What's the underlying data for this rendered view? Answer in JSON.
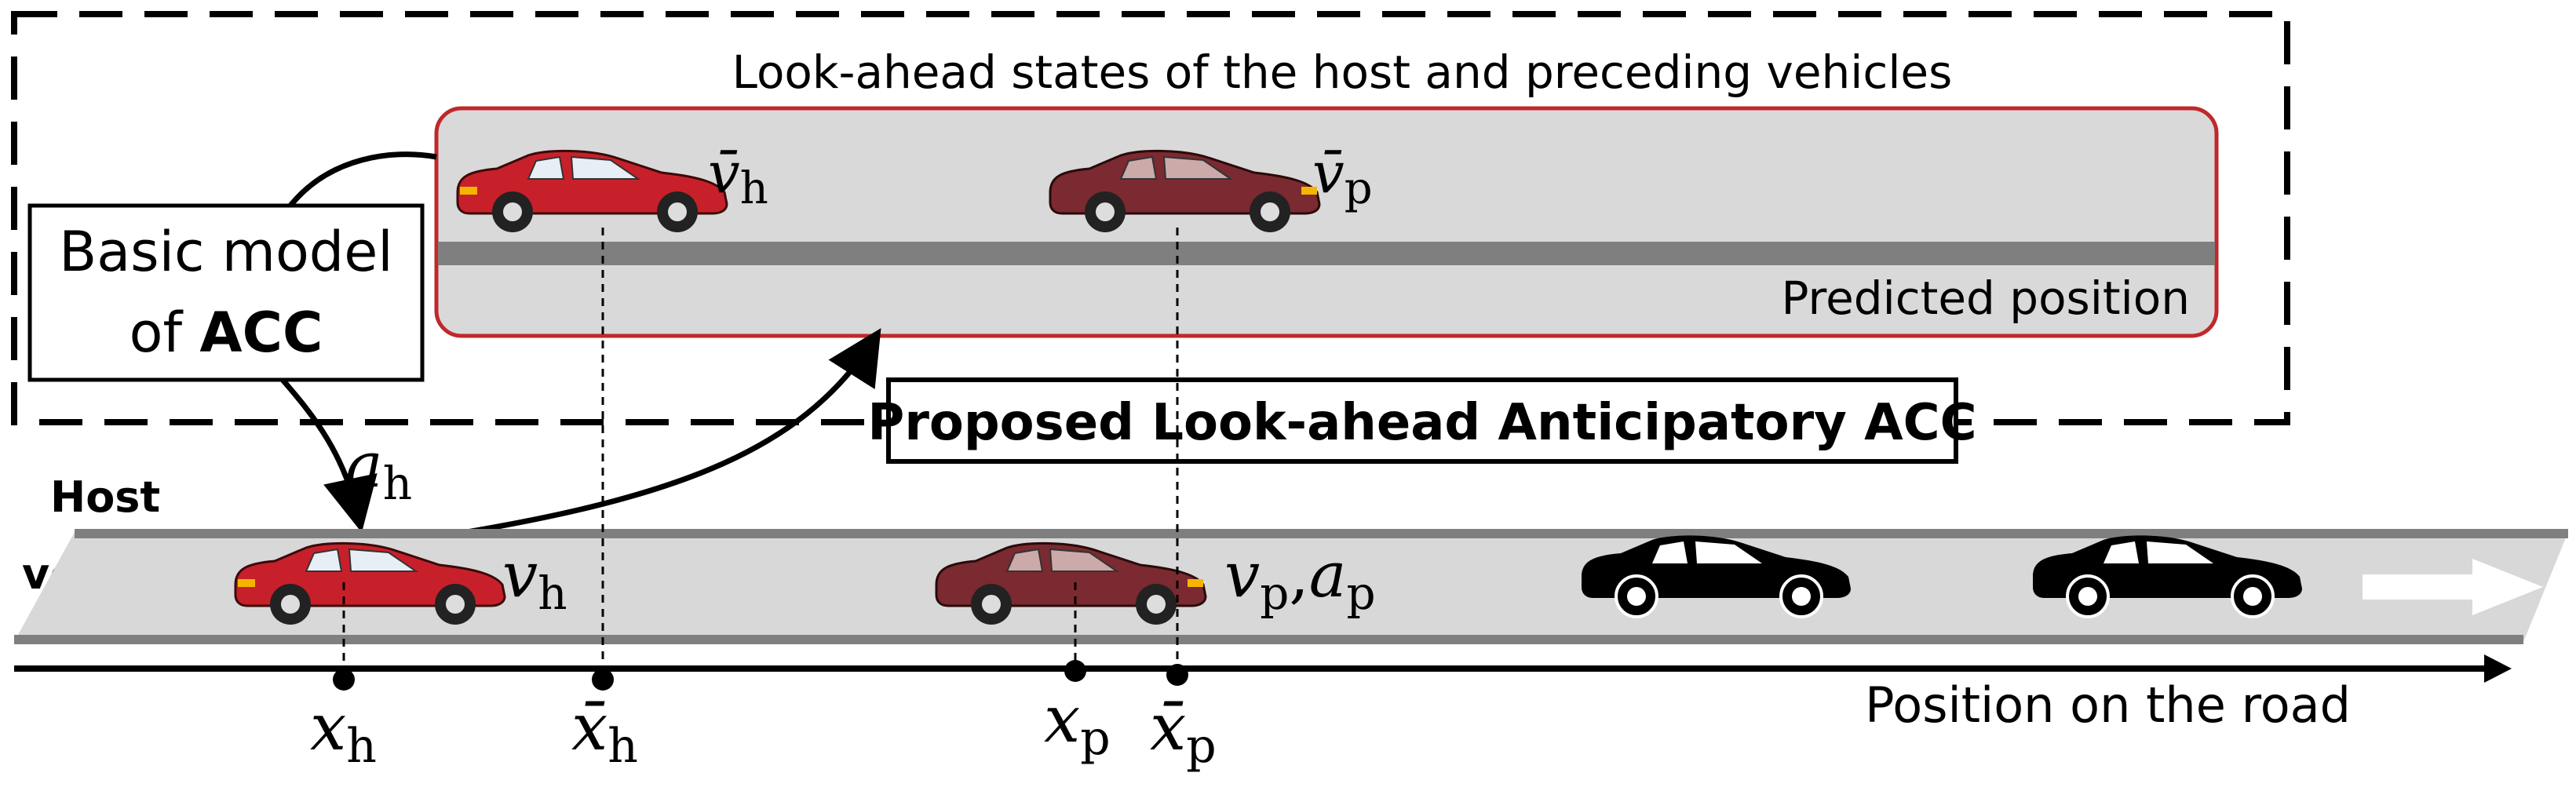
{
  "colors": {
    "road": "#d8d8d8",
    "road_edge": "#7f7f7f",
    "host_car": "#c8202a",
    "preceding_car": "#7a2a30",
    "other_car": "#000000",
    "panel_border": "#c0282a",
    "panel_fill": "#d9d9d9"
  },
  "look_ahead_box": {
    "title": "Look-ahead states of the host and preceding vehicles",
    "predicted_position_label": "Predicted position",
    "host_speed_label": "v̄",
    "host_speed_sub": "h",
    "preceding_speed_label": "v̄",
    "preceding_speed_sub": "p"
  },
  "basic_model": {
    "line1": "Basic model",
    "line2_prefix": "of ",
    "line2_bold": "ACC"
  },
  "proposed_label": "Proposed Look-ahead Anticipatory ACC",
  "host_vehicle_label": {
    "line1": "Host",
    "line2": "vehicle"
  },
  "road": {
    "host_accel_label": "a",
    "host_accel_sub": "h",
    "host_speed_label": "v",
    "host_speed_sub": "h",
    "preceding_label_v": "v",
    "preceding_label_v_sub": "p",
    "preceding_label_sep": ",",
    "preceding_label_a": "a",
    "preceding_label_a_sub": "p"
  },
  "axis": {
    "label": "Position on the road",
    "xh": "x",
    "xh_sub": "h",
    "xh_bar": "x̄",
    "xh_bar_sub": "h",
    "xp": "x",
    "xp_sub": "p",
    "xp_bar": "x̄",
    "xp_bar_sub": "p"
  }
}
